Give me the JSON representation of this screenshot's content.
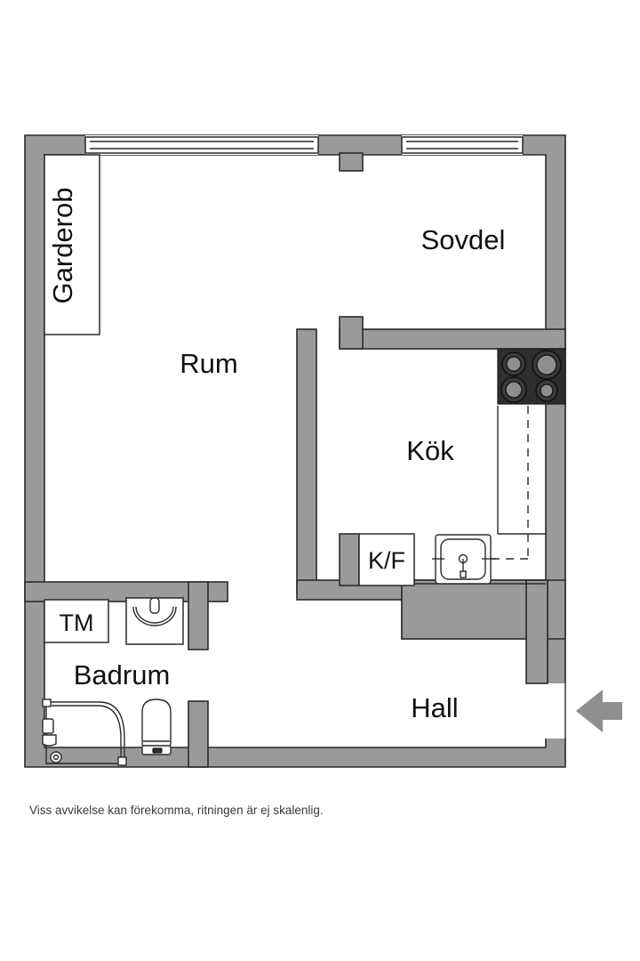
{
  "document": {
    "type": "floor-plan",
    "language": "sv",
    "footnote": "Viss avvikelse kan förekomma, ritningen är ej skalenlig."
  },
  "colors": {
    "wall_fill": "#9a9a9a",
    "wall_stroke": "#2b2b2b",
    "room_fill": "#ffffff",
    "stove_fill": "#2e2e2e",
    "arrow_fill": "#8f8f8f",
    "footnote_text": "#3a3a3a",
    "page_background": "#ffffff"
  },
  "rooms": [
    {
      "key": "garderob",
      "label": "Garderob",
      "rotated": true
    },
    {
      "key": "sovdel",
      "label": "Sovdel",
      "rotated": false
    },
    {
      "key": "rum",
      "label": "Rum",
      "rotated": false
    },
    {
      "key": "kok",
      "label": "Kök",
      "rotated": false
    },
    {
      "key": "badrum",
      "label": "Badrum",
      "rotated": false
    },
    {
      "key": "hall",
      "label": "Hall",
      "rotated": false
    }
  ],
  "annotations": [
    {
      "key": "kf",
      "label": "K/F",
      "meaning": "fridge-freezer"
    },
    {
      "key": "tm",
      "label": "TM",
      "meaning": "washing-machine"
    }
  ],
  "fixtures": [
    {
      "key": "stove",
      "name": "stove-4-burner",
      "burners": 4
    },
    {
      "key": "kitchen-sink",
      "name": "kitchen-sink"
    },
    {
      "key": "bathroom-sink",
      "name": "bathroom-sink"
    },
    {
      "key": "toilet",
      "name": "toilet"
    },
    {
      "key": "shower",
      "name": "corner-shower"
    },
    {
      "key": "counter",
      "name": "kitchen-counter-dashed"
    }
  ],
  "openings": [
    {
      "key": "window-left",
      "name": "window",
      "wall": "top"
    },
    {
      "key": "window-right",
      "name": "window",
      "wall": "top"
    },
    {
      "key": "entry-door",
      "name": "entrance-door",
      "wall": "right"
    }
  ],
  "entrance": {
    "name": "entrance-arrow",
    "direction": "left"
  }
}
